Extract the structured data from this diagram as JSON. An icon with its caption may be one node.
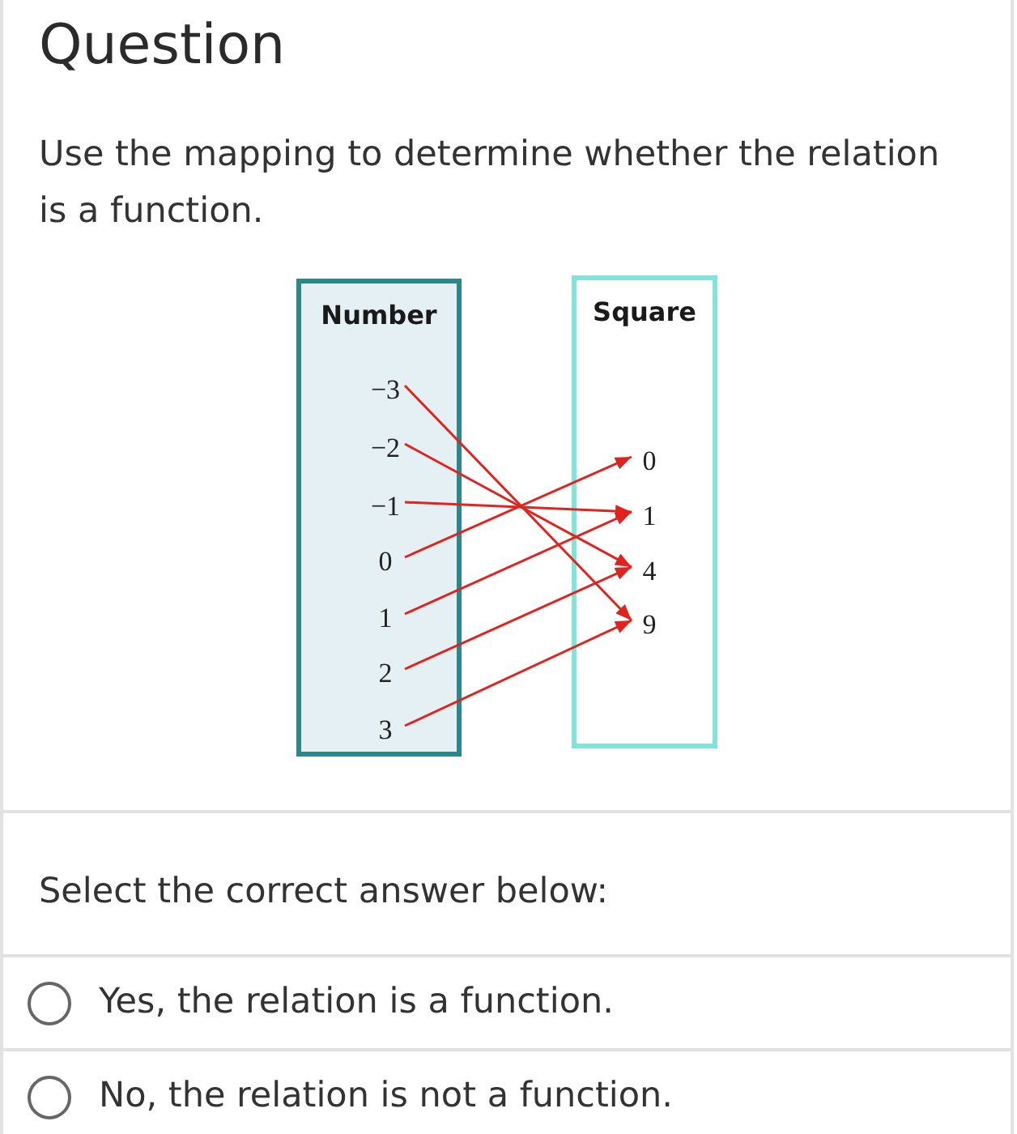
{
  "diagram": {
    "title": "Question",
    "nodes": [
      {
        "text": [
          "Number"
        ]
      },
      {
        "text": [
          "−3"
        ],
        "in": 0
      },
      {
        "text": [
          "−2"
        ],
        "in": 0
      },
      {
        "text": [
          "−1"
        ],
        "in": 0
      },
      {
        "text": [
          "0"
        ],
        "in": 0
      },
      {
        "text": [
          "1"
        ],
        "in": 0
      },
      {
        "text": [
          "2"
        ],
        "in": 0
      },
      {
        "text": [
          "3"
        ],
        "in": 0
      },
      {
        "text": [
          "Square"
        ]
      },
      {
        "text": [
          "0"
        ],
        "in": 8
      },
      {
        "text": [
          "1"
        ],
        "in": 8
      },
      {
        "text": [
          "4"
        ],
        "in": 8
      },
      {
        "text": [
          "9"
        ],
        "in": 8
      }
    ],
    "edges": [
      {
        "from": 1,
        "to": 12,
        "arrow": "to"
      },
      {
        "from": 2,
        "to": 11,
        "arrow": "to"
      },
      {
        "from": 3,
        "to": 10,
        "arrow": "to"
      },
      {
        "from": 4,
        "to": 9,
        "arrow": "to"
      },
      {
        "from": 5,
        "to": 10,
        "arrow": "to"
      },
      {
        "from": 6,
        "to": 11,
        "arrow": "to"
      },
      {
        "from": 7,
        "to": 12,
        "arrow": "to"
      }
    ],
    "labels": [
      "Use the mapping to determine whether the relation is a function.",
      "Select the correct answer below:",
      "Yes, the relation is a function.",
      "No, the relation is not a function."
    ]
  }
}
